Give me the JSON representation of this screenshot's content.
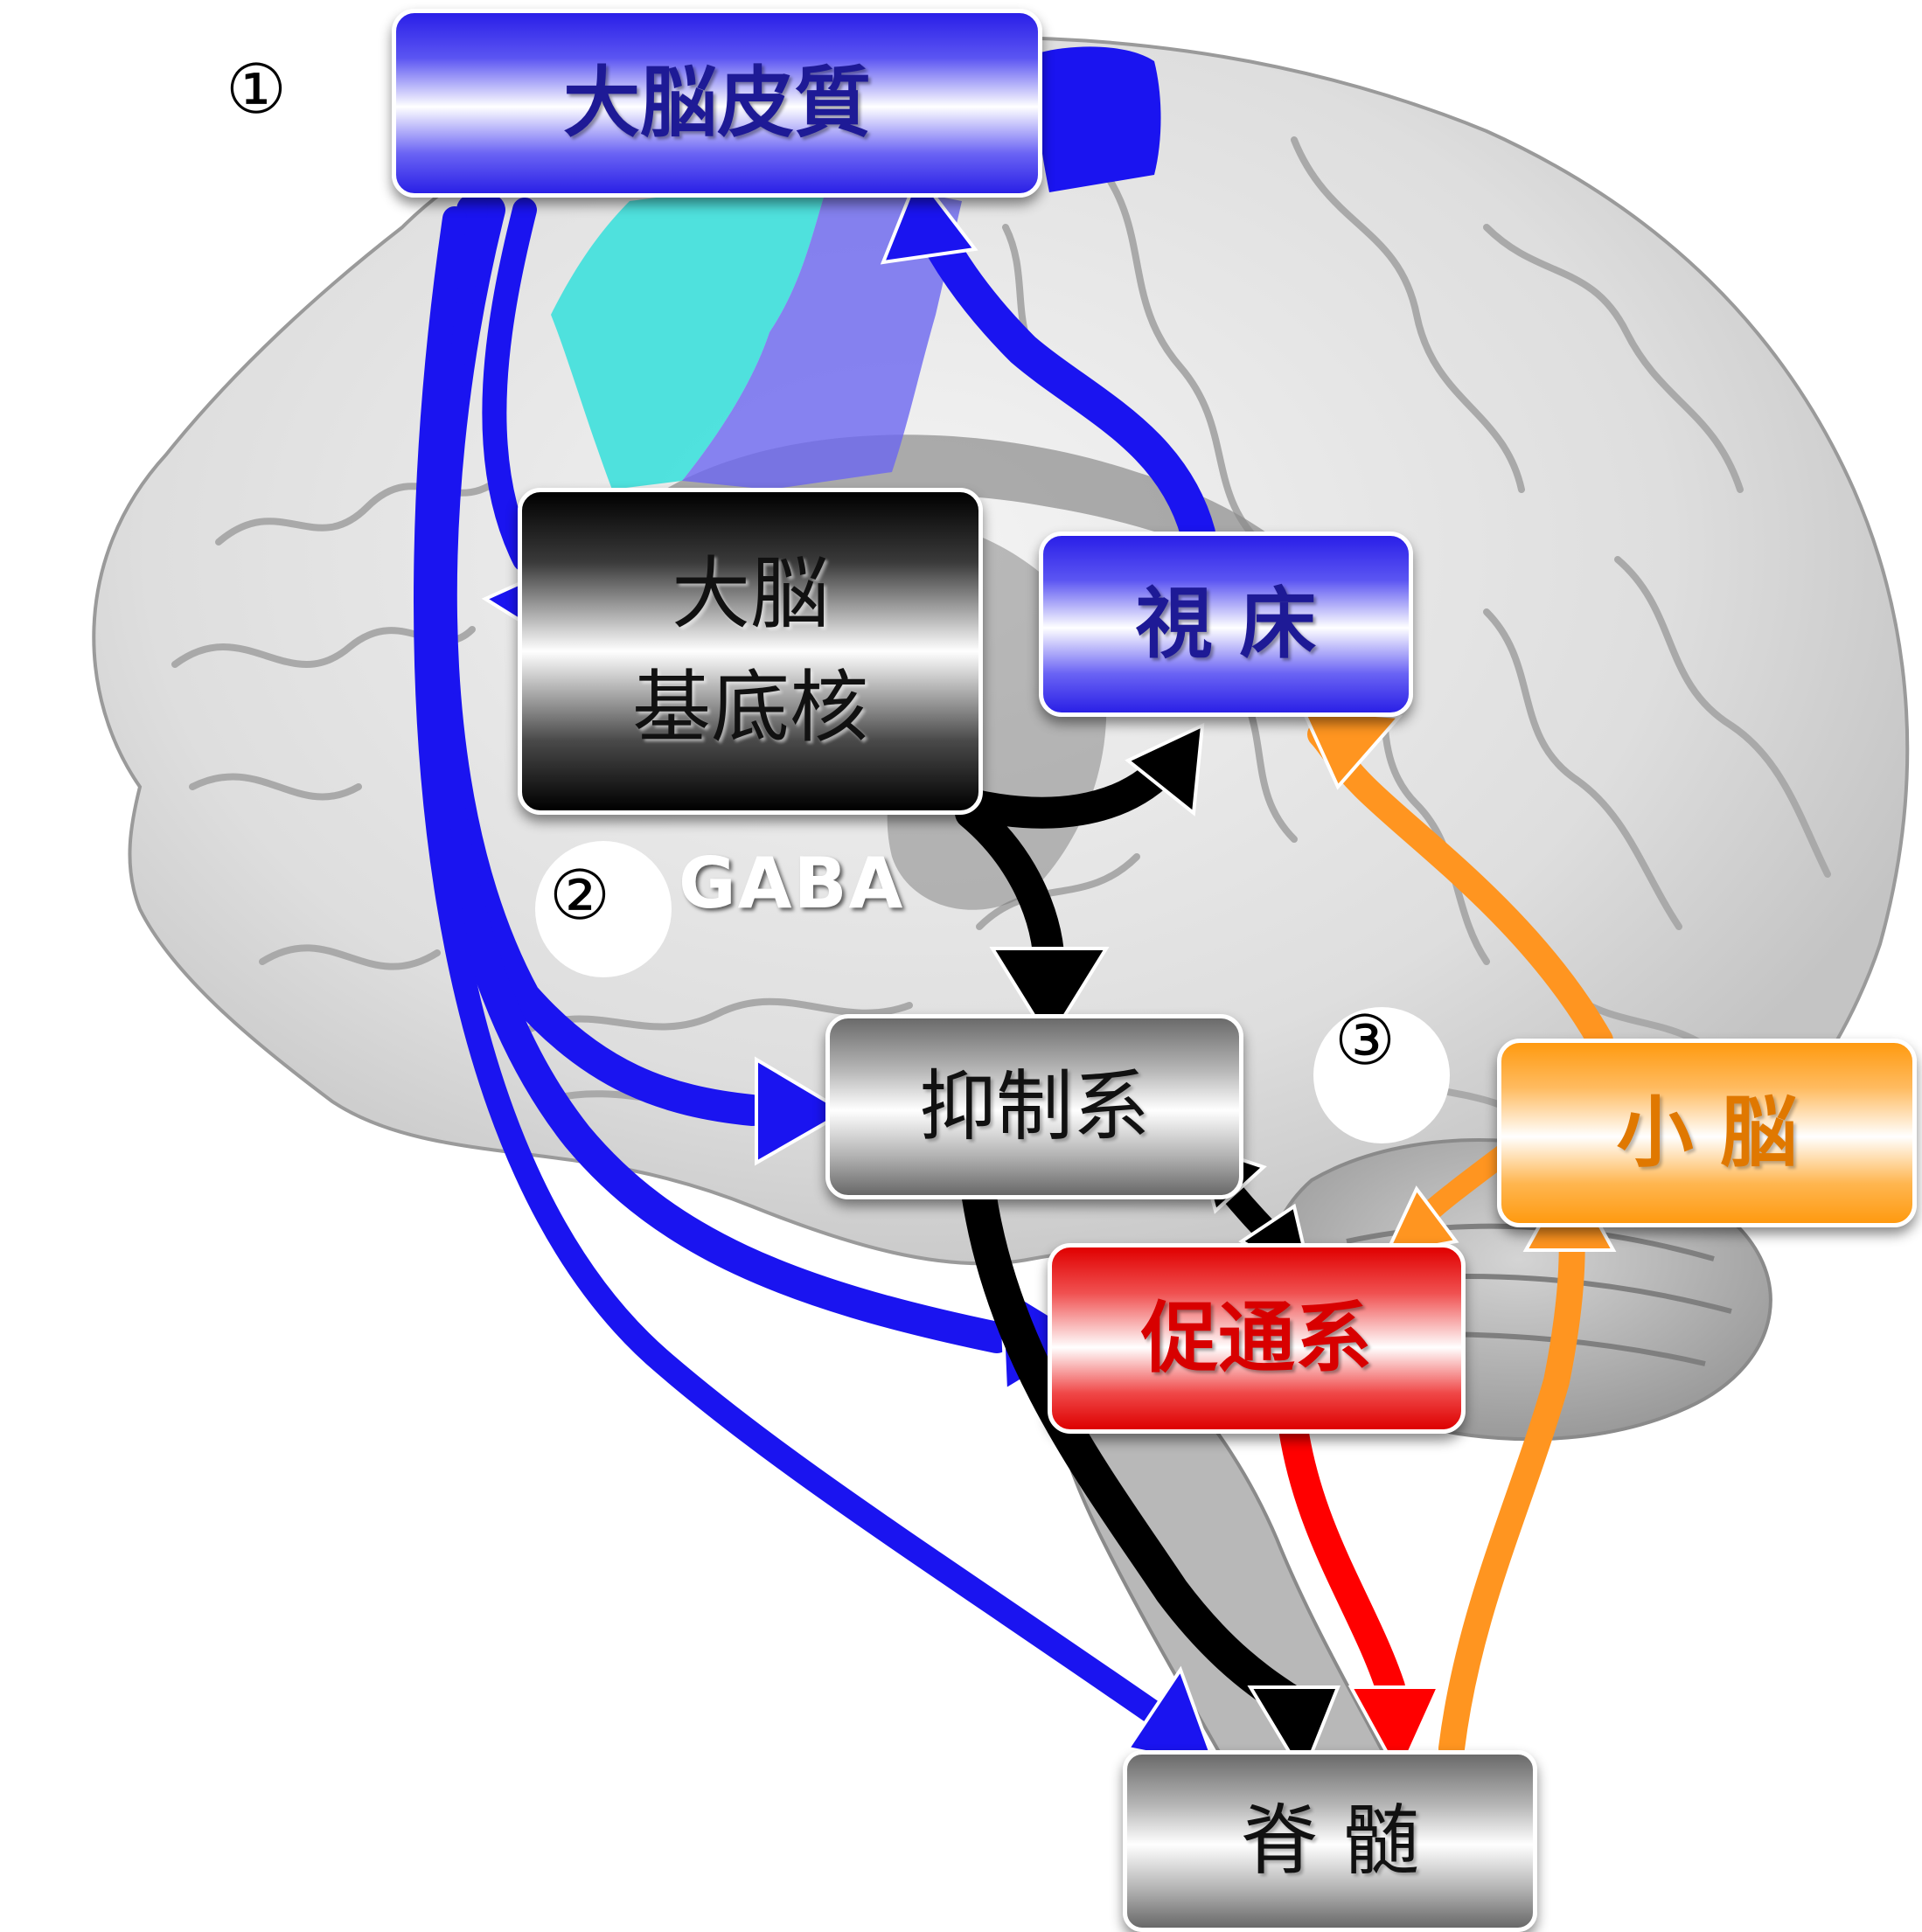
{
  "diagram": {
    "markers": {
      "one": "①",
      "two": "②",
      "three": "③"
    },
    "annotation_gaba": "GABA",
    "nodes": {
      "cortex": "大脳皮質",
      "basal_ganglia": "大脳\n基底核",
      "thalamus": "視 床",
      "inhibitory_system": "抑制系",
      "facilitatory_system": "促通系",
      "cerebellum": "小 脳",
      "spinal_cord": "脊 髄"
    },
    "colors": {
      "cortical_pathway": "#1a14f0",
      "basal_ganglia_pathway": "#000000",
      "facilitatory_pathway": "#ff0000",
      "cerebellar_pathway": "#ff9520",
      "premotor_area": "#3ee0dc",
      "motor_area": "#6b66f0"
    }
  }
}
